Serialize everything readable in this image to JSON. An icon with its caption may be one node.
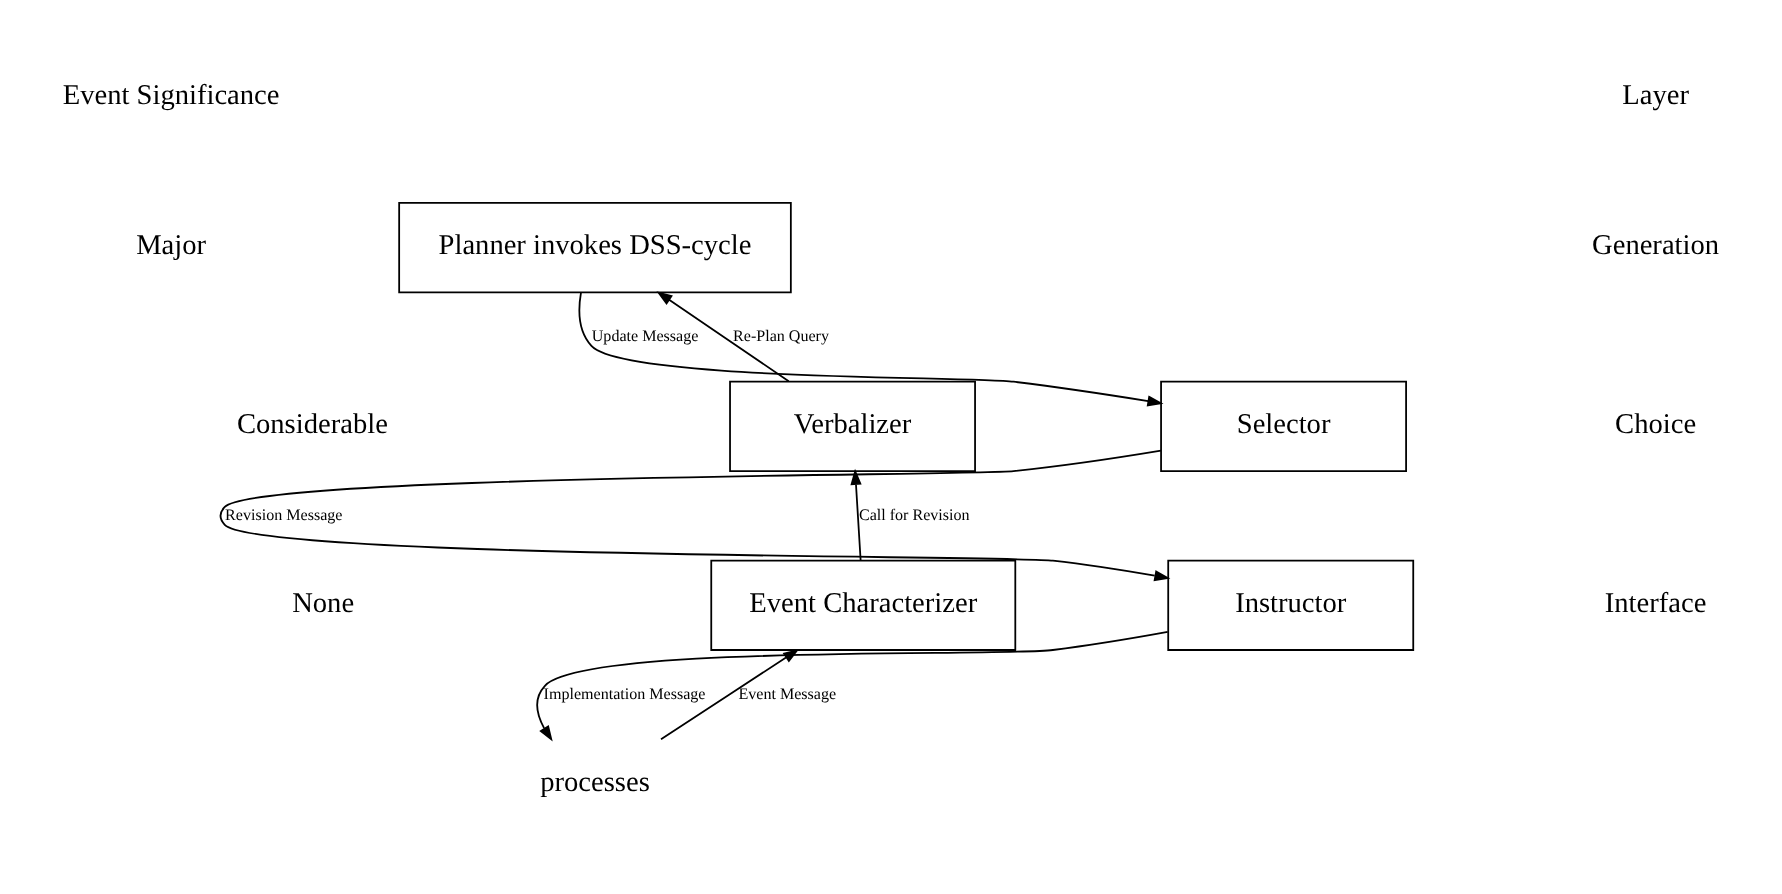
{
  "diagram": {
    "nodes": [
      {
        "text": [
          "Planner invokes DSS-cycle"
        ]
      },
      {
        "text": [
          "Verbalizer"
        ]
      },
      {
        "text": [
          "Selector"
        ]
      },
      {
        "text": [
          "Event Characterizer"
        ]
      },
      {
        "text": [
          "Instructor"
        ]
      },
      {
        "text": [
          "processes"
        ]
      }
    ],
    "edges": [
      {
        "from": 1,
        "to": 0,
        "arrow": "to",
        "label": "Re-Plan Query"
      },
      {
        "from": 0,
        "to": 2,
        "arrow": "to",
        "label": "Update Message"
      },
      {
        "from": 3,
        "to": 1,
        "arrow": "to",
        "label": "Call for Revision"
      },
      {
        "from": 2,
        "to": 4,
        "arrow": "to",
        "label": "Revision Message"
      },
      {
        "from": 5,
        "to": 3,
        "arrow": "to",
        "label": "Event Message"
      },
      {
        "from": 4,
        "to": 5,
        "arrow": "to",
        "label": "Implementation Message"
      }
    ],
    "labels": [
      "Event Significance",
      "Layer",
      "Major",
      "Generation",
      "Considerable",
      "Choice",
      "None",
      "Interface"
    ]
  }
}
